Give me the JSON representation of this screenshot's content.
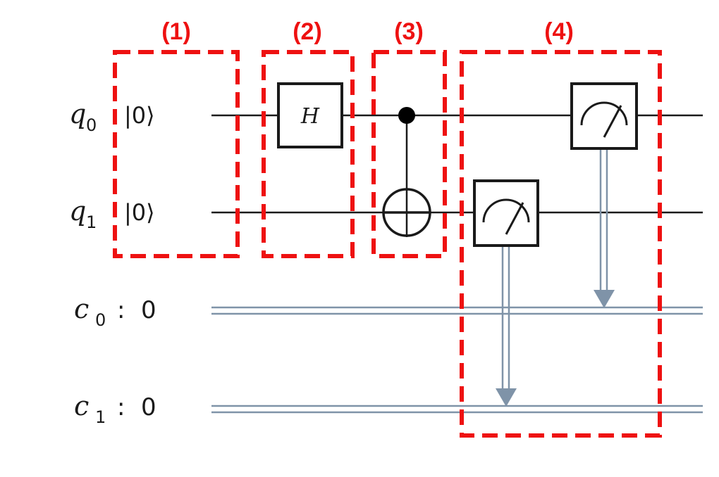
{
  "steps": [
    "(1)",
    "(2)",
    "(3)",
    "(4)"
  ],
  "qubits": [
    {
      "name": "q",
      "index": "0",
      "init": "|0⟩"
    },
    {
      "name": "q",
      "index": "1",
      "init": "|0⟩"
    }
  ],
  "clbits": [
    {
      "name": "c",
      "index": "0",
      "separator": ":",
      "value": "0"
    },
    {
      "name": "c",
      "index": "1",
      "separator": ":",
      "value": "0"
    }
  ],
  "gates": {
    "hadamard": {
      "label": "H",
      "target": "q0"
    },
    "cnot": {
      "control": "q0",
      "target": "q1"
    },
    "measurements": [
      {
        "qubit": "q1",
        "clbit": "c1"
      },
      {
        "qubit": "q0",
        "clbit": "c0"
      }
    ]
  },
  "colors": {
    "annotation": "#ee1111",
    "quantum_wire": "#1a1a1a",
    "classical_wire": "#7f93a8"
  }
}
